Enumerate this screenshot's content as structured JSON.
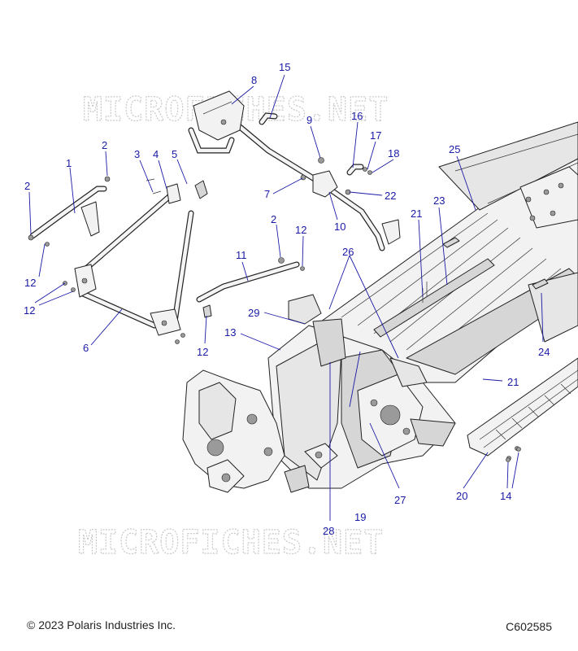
{
  "watermark": {
    "text": "MICROFICHES.NET"
  },
  "copyright": "© 2023 Polaris Industries Inc.",
  "figure_code": "C602585",
  "callouts": {
    "n1": "1",
    "n2a": "2",
    "n2b": "2",
    "n2c": "2",
    "n3": "3",
    "n4": "4",
    "n5": "5",
    "n6": "6",
    "n7": "7",
    "n8": "8",
    "n9": "9",
    "n10": "10",
    "n11": "11",
    "n12a": "12",
    "n12b": "12",
    "n12c": "12",
    "n12d": "12",
    "n13": "13",
    "n14": "14",
    "n15": "15",
    "n16": "16",
    "n17": "17",
    "n18": "18",
    "n19": "19",
    "n20": "20",
    "n21a": "21",
    "n21b": "21",
    "n22": "22",
    "n23": "23",
    "n24": "24",
    "n25": "25",
    "n26": "26",
    "n27": "27",
    "n28": "28",
    "n29": "29"
  },
  "colors": {
    "callout": "#1a1aa6",
    "line_art": "#222222",
    "watermark": "#c9c9c9"
  }
}
